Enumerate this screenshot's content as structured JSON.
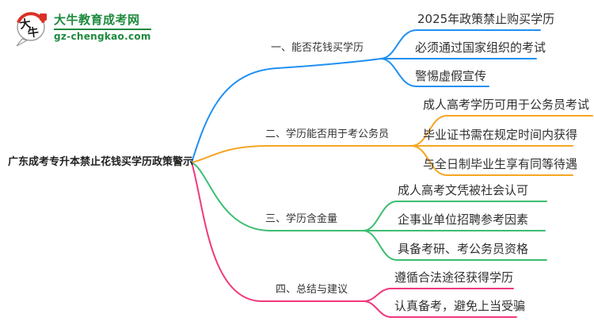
{
  "logo": {
    "title": "大牛教育成考网",
    "domain": "gz-chengkao.com",
    "icon_char_1": "大",
    "icon_char_2": "牛",
    "brand_color": "#1e8a3e",
    "seal_color": "#d93025"
  },
  "central_topic": "广东成考专升本禁止花钱买学历政策警示",
  "branches": [
    {
      "label": "一、能否花钱买学历",
      "color": "#2090f2",
      "children": [
        "2025年政策禁止购买学历",
        "必须通过国家组织的考试",
        "警惕虚假宣传"
      ]
    },
    {
      "label": "二、学历能否用于考公务员",
      "color": "#f5a623",
      "children": [
        "成人高考学历可用于公务员考试",
        "毕业证书需在规定时间内获得",
        "与全日制毕业生享有同等待遇"
      ]
    },
    {
      "label": "三、学历含金量",
      "color": "#3cbe71",
      "children": [
        "成人高考文凭被社会认可",
        "企事业单位招聘参考因素",
        "具备考研、考公务员资格"
      ]
    },
    {
      "label": "四、总结与建议",
      "color": "#f0387d",
      "children": [
        "遵循合法途径获得学历",
        "认真备考，避免上当受骗"
      ]
    }
  ]
}
